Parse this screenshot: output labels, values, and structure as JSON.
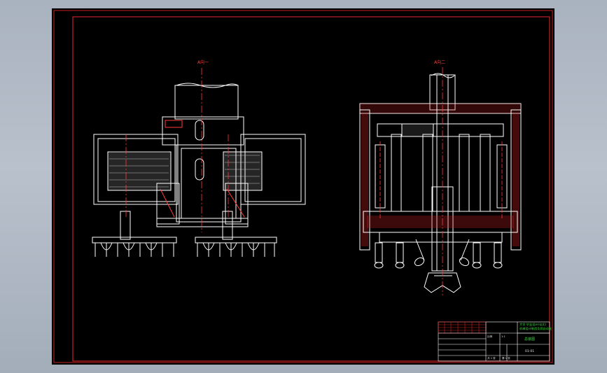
{
  "views": {
    "left_label": "A向一",
    "right_label": "A向二"
  },
  "title_block": {
    "title_line1": "大学 毕业设计(论文)",
    "title_line2": "机械设计制造及其自动化",
    "drawing_name": "总装图",
    "number": "01-01",
    "scale_label": "比例",
    "scale_value": "1:1",
    "sheet_label": "共 1 张",
    "sheet_value": "第 1 张"
  },
  "colors": {
    "background": "#000000",
    "outline": "#ffffff",
    "border": "#c62020",
    "centerline": "#ff3b3b",
    "label": "#35e03a"
  }
}
